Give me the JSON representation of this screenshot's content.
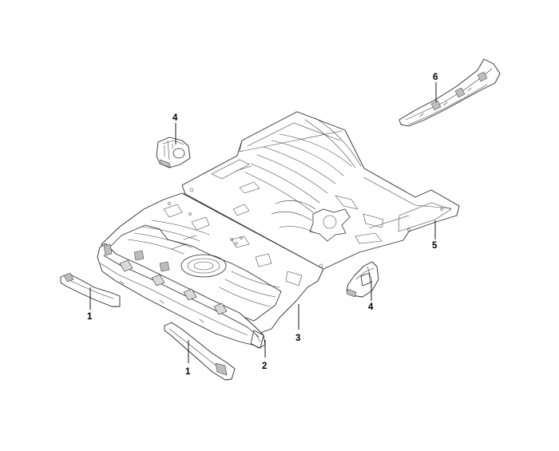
{
  "callouts": [
    {
      "id": "1a",
      "label": "1"
    },
    {
      "id": "1b",
      "label": "1"
    },
    {
      "id": "2",
      "label": "2"
    },
    {
      "id": "3",
      "label": "3"
    },
    {
      "id": "4a",
      "label": "4"
    },
    {
      "id": "4b",
      "label": "4"
    },
    {
      "id": "5",
      "label": "5"
    },
    {
      "id": "6",
      "label": "6"
    }
  ]
}
